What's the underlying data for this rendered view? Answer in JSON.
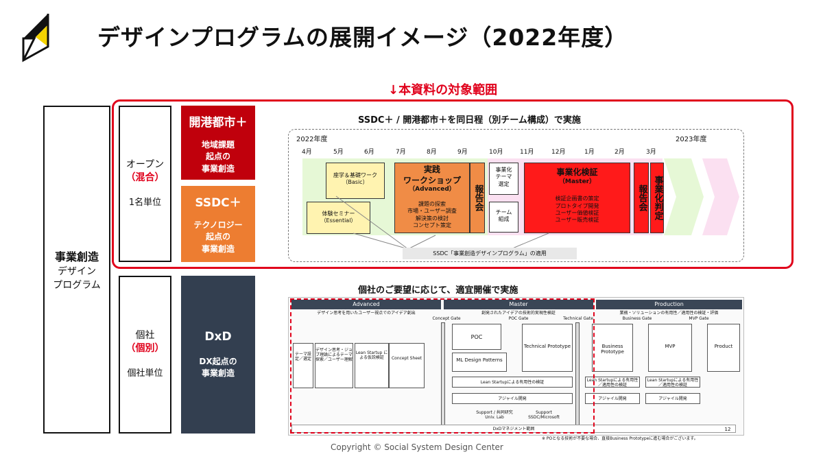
{
  "header": {
    "title": "デザインプログラムの展開イメージ（2022年度）"
  },
  "scope_label": "↓本資料の対象範囲",
  "left": {
    "line1": "事業創造",
    "line2": "デザイン",
    "line3": "プログラム"
  },
  "units": {
    "open": {
      "name": "オープン",
      "paren_open": "（",
      "tag": "混合",
      "paren_close": "）",
      "unit": "1名単位"
    },
    "individual": {
      "name": "個社",
      "paren_open": "（",
      "tag": "個別",
      "paren_close": "）",
      "unit": "個社単位"
    }
  },
  "programs": [
    {
      "name": "開港都市＋",
      "desc1": "地域課題",
      "desc2": "起点の",
      "desc3": "事業創造",
      "color": "#c0000c"
    },
    {
      "name": "SSDC＋",
      "desc1": "テクノロジー",
      "desc2": "起点の",
      "desc3": "事業創造",
      "color": "#ed7d31"
    },
    {
      "name": "DxD",
      "desc1": "DX起点の",
      "desc2": "事業創造",
      "desc3": "",
      "color": "#333f50"
    }
  ],
  "timeline": {
    "subtitle": "SSDC＋ / 開港都市＋を同日程（別チーム構成）で実施",
    "year_start": "2022年度",
    "year_end": "2023年度",
    "months": [
      "4月",
      "5月",
      "6月",
      "7月",
      "8月",
      "9月",
      "10月",
      "11月",
      "12月",
      "1月",
      "2月",
      "3月"
    ],
    "basic": {
      "l1": "座学＆基礎ワーク",
      "l2": "（Basic）"
    },
    "essential": {
      "l1": "体験セミナー",
      "l2": "（Essential）"
    },
    "advanced": {
      "l1": "実践",
      "l2": "ワークショップ",
      "l3": "（Advanced）",
      "d1": "課題の探索",
      "d2": "市場・ユーザー調査",
      "d3": "解決策の検討",
      "d4": "コンセプト策定"
    },
    "report1": "報告会",
    "theme": {
      "l1": "事業化",
      "l2": "テーマ",
      "l3": "選定"
    },
    "team": {
      "l1": "チーム",
      "l2": "組成"
    },
    "master": {
      "l1": "事業化検証",
      "l2": "（Master）",
      "d1": "検証企画書の策定",
      "d2": "プロトタイプ開発",
      "d3": "ユーザー価値検証",
      "d4": "ユーザー販売検証"
    },
    "report2": "報告会",
    "judge": "事業化判定",
    "note": "SSDC「事業創造デザインプログラム」の適用"
  },
  "lower": {
    "subtitle": "個社のご要望に応じて、適宜開催で実施",
    "phases": [
      "Advanced",
      "Master",
      "Production"
    ],
    "phase_subs": [
      "デザイン思考を用いたユーザー視点でのアイデア創出",
      "創発されたアイデアの技術的実現性検証",
      "業務・ソリューションの有用性／適用性の検証・評価"
    ],
    "gates": [
      "Concept Gate",
      "POC Gate",
      "Technical Gate",
      "Business Gate",
      "MVP Gate"
    ],
    "items": {
      "theme_set": "テーマ設定／選定",
      "design_thinking": "デザイン思考・ジョブ理論によるテーマ探索／ユーザー理解",
      "lean1": "Lean Startup による仮説検証",
      "concept_sheet": "Concept Sheet",
      "poc": "POC",
      "tech_proto": "Technical Prototype",
      "ml_design": "ML Design Patterns",
      "lean2": "Lean Startupによる有用性の検証",
      "business_proto": "Business Prototype",
      "mvp": "MVP",
      "product": "Product",
      "lean3": "Lean Startupによる有用性／適用性の検証",
      "lean4": "Lean Startupによる有用性／適用性の検証",
      "agile1": "アジャイル開発",
      "agile2": "アジャイル開発",
      "agile3": "アジャイル開発",
      "support1": "Support / 共同研究 Univ. Lab",
      "support2": "Support SSDC/Microsoft",
      "bottom_bar": "DxDマネジメント範囲",
      "page_no": "12",
      "footnote": "※ POとなる技術が不要な場合、直接Business Prototypeに進む場合がございます。"
    }
  },
  "copyright": "Copyright © Social System Design Center"
}
